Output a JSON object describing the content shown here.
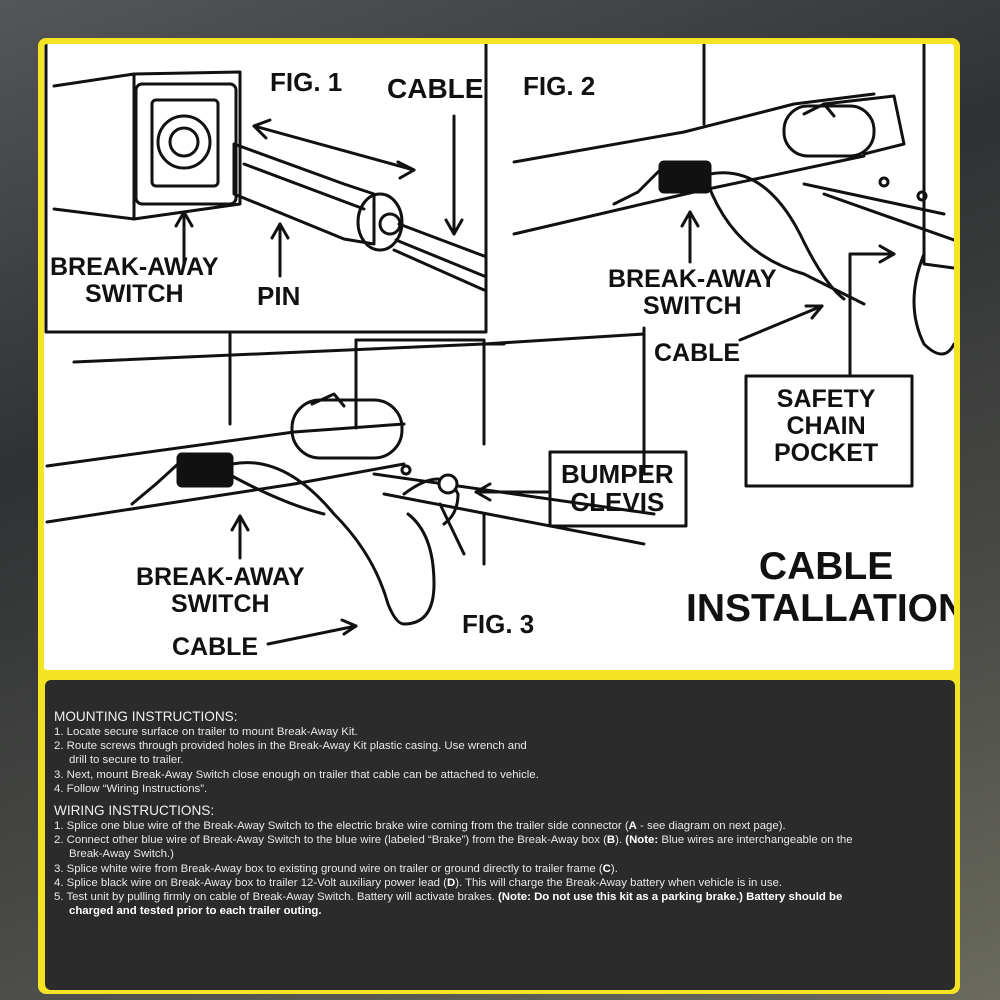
{
  "figure": {
    "fig1": "FIG. 1",
    "fig2": "FIG. 2",
    "fig3": "FIG. 3",
    "fig1_cable": "CABLE",
    "fig1_switch": "BREAK-AWAY\nSWITCH",
    "fig1_pin": "PIN",
    "fig2_switch": "BREAK-AWAY\nSWITCH",
    "fig2_cable": "CABLE",
    "safety_chain_pocket": "SAFETY\nCHAIN\nPOCKET",
    "bumper_clevis": "BUMPER\nCLEVIS",
    "fig3_switch": "BREAK-AWAY\nSWITCH",
    "fig3_cable": "CABLE",
    "title": "CABLE\nINSTALLATION"
  },
  "mounting": {
    "title": "MOUNTING INSTRUCTIONS:",
    "steps": [
      "1. Locate secure surface on trailer to mount Break-Away Kit.",
      "2. Route screws through provided holes in the Break-Away Kit plastic casing. Use wrench and",
      "drill to secure to trailer.",
      "3. Next, mount Break-Away Switch close enough on trailer that cable can be attached to vehicle.",
      "4. Follow “Wiring Instructions”."
    ]
  },
  "wiring": {
    "title": "WIRING INSTRUCTIONS:",
    "s1a": "1. Splice one blue wire of the Break-Away Switch to the electric brake wire coming from the trailer side connector (",
    "s1b": "A",
    "s1c": " - see diagram on next page).",
    "s2a": "2. Connect other blue wire of Break-Away Switch to the blue wire (labeled “Brake”) from the Break-Away box (",
    "s2b": "B",
    "s2c": "). ",
    "s2d": "(Note:",
    "s2e": " Blue wires are interchangeable on the",
    "s2f": "Break-Away Switch.)",
    "s3a": "3. Splice white wire from Break-Away box to existing ground wire on trailer or ground directly to trailer frame (",
    "s3b": "C",
    "s3c": ").",
    "s4a": "4. Splice black wire on Break-Away box to trailer 12-Volt auxiliary power lead (",
    "s4b": "D",
    "s4c": "). This will charge the Break-Away battery when vehicle is in use.",
    "s5a": "5. Test unit by pulling firmly on cable of Break-Away Switch. Battery will activate brakes. ",
    "s5b": "(Note: Do not use this kit as a parking brake.) Battery should be",
    "s5c": "charged and tested prior to each trailer outing."
  }
}
